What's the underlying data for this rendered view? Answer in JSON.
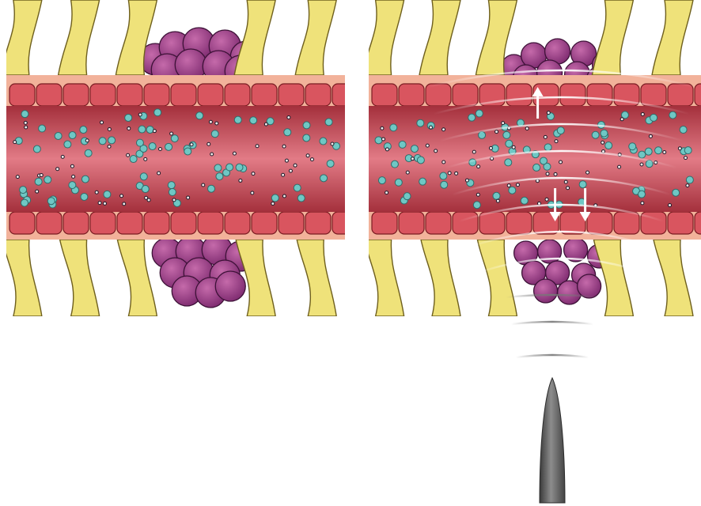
{
  "figure": {
    "panels": [
      {
        "id": "left",
        "state": "baseline",
        "ultrasound": false
      },
      {
        "id": "right",
        "state": "sonication",
        "ultrasound": true
      }
    ],
    "elements": {
      "vessel": "blood-vessel",
      "endothelium": "endothelial-cell-layer",
      "astrocyte": "astrocyte-end-feet",
      "tumor": "tumor-cell-cluster",
      "microbubble": "microbubble",
      "drug": "drug-particle",
      "transducer": "ultrasound-transducer"
    },
    "colors": {
      "astrocyte": "#efe27a",
      "astrocyte_stroke": "#6e5f1e",
      "wall": "#f2b29a",
      "cell": "#d9555f",
      "cell_stroke": "#7a1c22",
      "lumen_edge": "#a4303c",
      "lumen_mid": "#e27b86",
      "tumor_a": "#8a2f7a",
      "tumor_b": "#b7579f",
      "bubble": "#6fc7c4",
      "drug": "#1b1b2a",
      "wave": "#d8d8d8",
      "transducer": "#5a5a5a"
    }
  }
}
